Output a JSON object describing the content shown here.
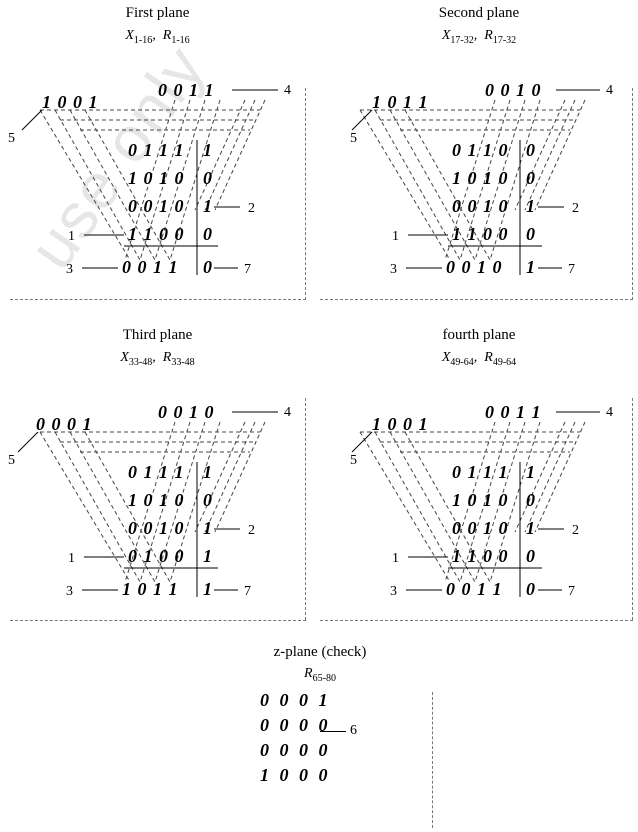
{
  "watermark": "use only",
  "planes": [
    {
      "title": "First plane",
      "x_sub": "1-16",
      "r_sub": "1-16",
      "top_left": "1 0 0 1",
      "top_right": "0 0 1 1",
      "rows": [
        [
          "0 1 1 1",
          "1"
        ],
        [
          "1 0 1 0",
          "0"
        ],
        [
          "0 0 1 0",
          "1"
        ],
        [
          "1 1 0 0",
          "0"
        ]
      ],
      "result": [
        "0 0 1 1",
        "0"
      ],
      "labels": [
        "1",
        "2",
        "3",
        "4",
        "5",
        "7"
      ]
    },
    {
      "title": "Second plane",
      "x_sub": "17-32",
      "r_sub": "17-32",
      "top_left": "1 0 1 1",
      "top_right": "0 0 1 0",
      "rows": [
        [
          "0 1 1 0",
          "0"
        ],
        [
          "1 0 1 0",
          "0"
        ],
        [
          "0 0 1 0",
          "1"
        ],
        [
          "1 1 0 0",
          "0"
        ]
      ],
      "result": [
        "0 0 1 0",
        "1"
      ],
      "labels": [
        "1",
        "2",
        "3",
        "4",
        "5",
        "7"
      ]
    },
    {
      "title": "Third plane",
      "x_sub": "33-48",
      "r_sub": "33-48",
      "top_left": "0 0 0 1",
      "top_right": "0 0 1 0",
      "rows": [
        [
          "0 1 1 1",
          "1"
        ],
        [
          "1 0 1 0",
          "0"
        ],
        [
          "0 0 1 0",
          "1"
        ],
        [
          "0 1 0 0",
          "1"
        ]
      ],
      "result": [
        "1 0 1 1",
        "1"
      ],
      "labels": [
        "1",
        "2",
        "3",
        "4",
        "5",
        "7"
      ]
    },
    {
      "title": "fourth plane",
      "x_sub": "49-64",
      "r_sub": "49-64",
      "top_left": "1 0 0 1",
      "top_right": "0 0 1 1",
      "rows": [
        [
          "0 1 1 1",
          "1"
        ],
        [
          "1 0 1 0",
          "0"
        ],
        [
          "0 0 1 0",
          "1"
        ],
        [
          "1 1 0 0",
          "0"
        ]
      ],
      "result": [
        "0 0 1 1",
        "0"
      ],
      "labels": [
        "1",
        "2",
        "3",
        "4",
        "5",
        "7"
      ]
    }
  ],
  "zplane": {
    "title": "z-plane (check)",
    "r_sub": "65-80",
    "rows": [
      "0 0 0 1",
      "0 0 0 0",
      "0 0 0 0",
      "1 0 0 0"
    ],
    "label": "6"
  }
}
